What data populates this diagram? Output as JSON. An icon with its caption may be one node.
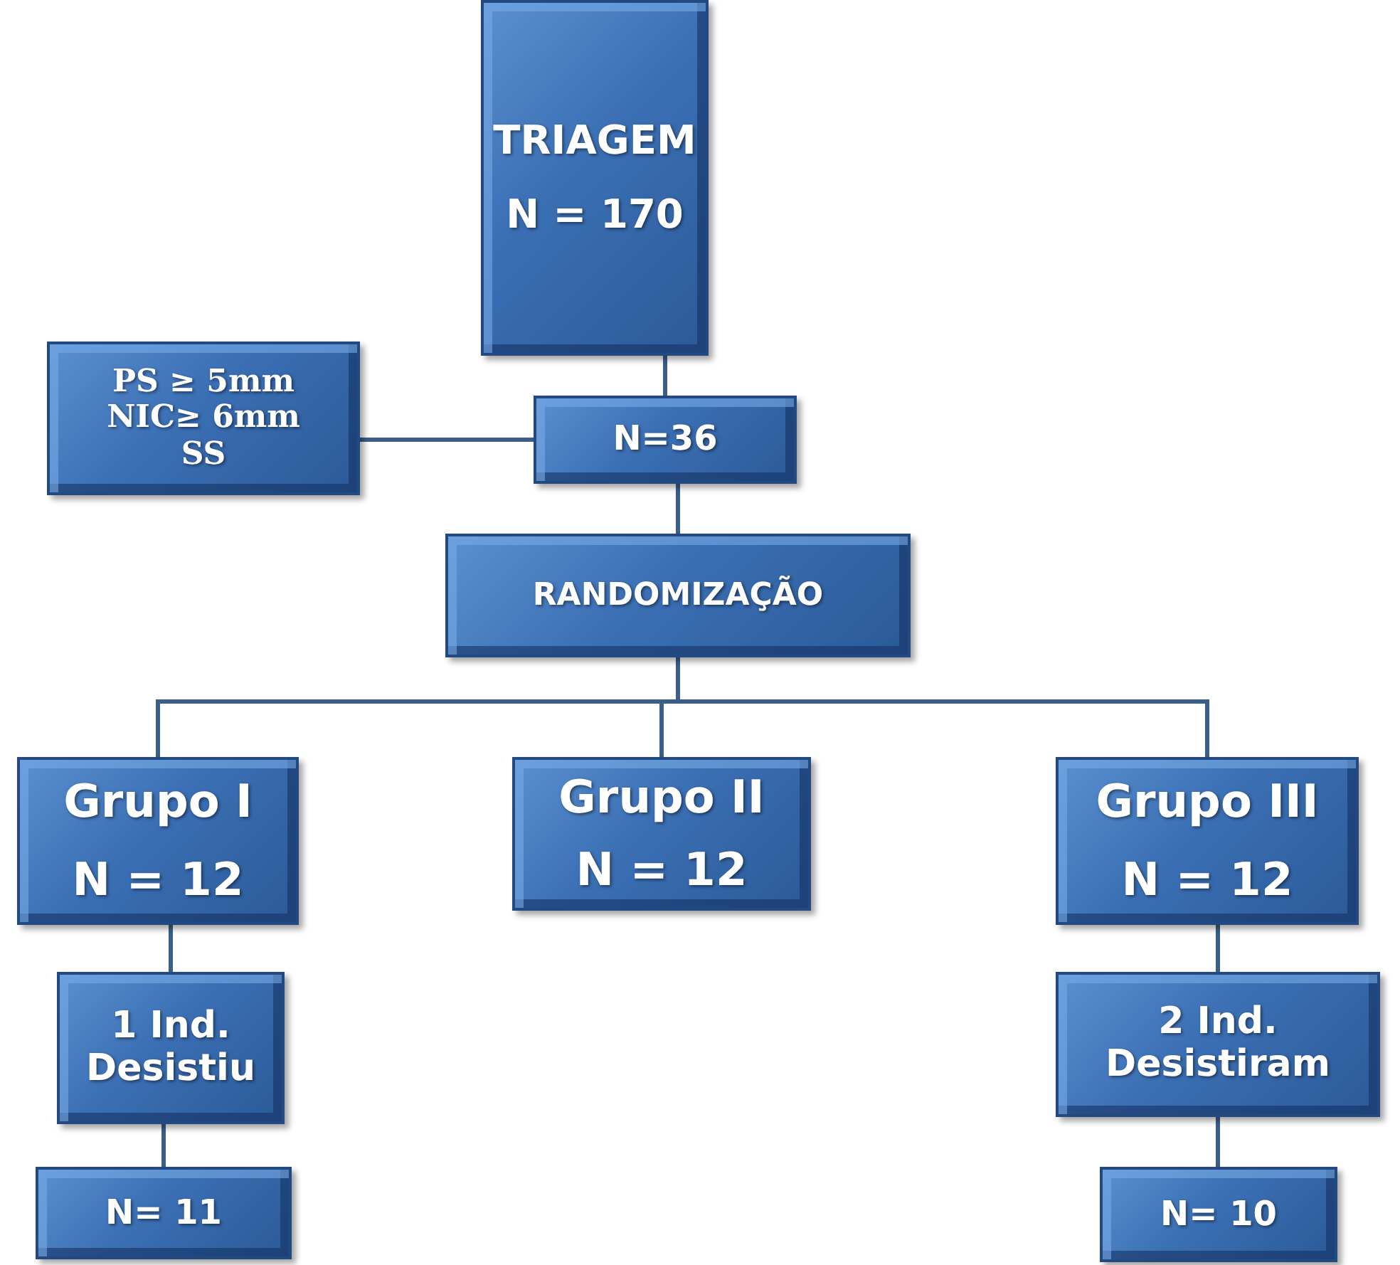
{
  "diagram": {
    "nodes": [
      {
        "text": [
          "TRIAGEM",
          "N = 170"
        ]
      },
      {
        "text": [
          "PS ≥ 5mm",
          "NIC≥ 6mm",
          "SS"
        ]
      },
      {
        "text": [
          "N=36"
        ]
      },
      {
        "text": [
          "RANDOMIZAÇÃO"
        ]
      },
      {
        "text": [
          "Grupo I",
          "N = 12"
        ]
      },
      {
        "text": [
          "Grupo II",
          "N = 12"
        ]
      },
      {
        "text": [
          "Grupo III",
          "N = 12"
        ]
      },
      {
        "text": [
          "1 Ind. Desistiu"
        ]
      },
      {
        "text": [
          "2 Ind. Desistiram"
        ]
      },
      {
        "text": [
          "N= 11"
        ]
      },
      {
        "text": [
          "N= 10"
        ]
      }
    ],
    "edges": [
      {
        "from": 0,
        "to": 2,
        "arrow": "none"
      },
      {
        "from": 1,
        "to": 2,
        "arrow": "none"
      },
      {
        "from": 2,
        "to": 3,
        "arrow": "none"
      },
      {
        "from": 3,
        "to": 4,
        "arrow": "none"
      },
      {
        "from": 3,
        "to": 5,
        "arrow": "none"
      },
      {
        "from": 3,
        "to": 6,
        "arrow": "none"
      },
      {
        "from": 4,
        "to": 7,
        "arrow": "none"
      },
      {
        "from": 7,
        "to": 9,
        "arrow": "none"
      },
      {
        "from": 6,
        "to": 8,
        "arrow": "none"
      },
      {
        "from": 8,
        "to": 10,
        "arrow": "none"
      }
    ]
  }
}
